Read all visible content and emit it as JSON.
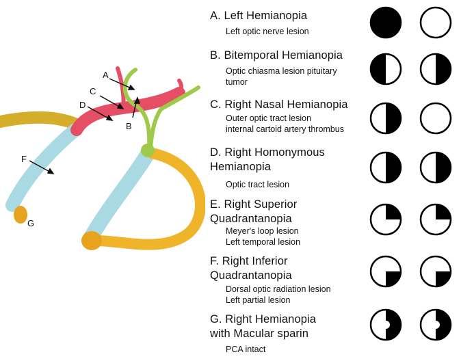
{
  "diagram": {
    "marker_labels": [
      "A",
      "B",
      "C",
      "D",
      "F",
      "G"
    ]
  },
  "conditions": [
    {
      "title": "A. Left Hemianopia",
      "desc": "Left optic nerve lesion",
      "left_field": "full",
      "right_field": "none"
    },
    {
      "title": "B. Bitemporal Hemianopia",
      "desc": "Optic chiasma lesion pituitary\ntumor",
      "left_field": "left-half",
      "right_field": "right-half"
    },
    {
      "title": "C. Right Nasal Hemianopia",
      "desc": "Outer optic tract lesion\ninternal cartoid artery thrombus",
      "left_field": "right-half",
      "right_field": "none"
    },
    {
      "title": "D. Right Homonymous\n    Hemianopia",
      "desc": "Optic tract lesion",
      "left_field": "right-half",
      "right_field": "right-half"
    },
    {
      "title": "E. Right Superior\n    Quadrantanopia",
      "desc": "Meyer's loop lesion\nLeft temporal lesion",
      "left_field": "upper-right-quadrant",
      "right_field": "upper-right-quadrant"
    },
    {
      "title": "F. Right Inferior\n    Quadrantanopia",
      "desc": "Dorsal optic radiation lesion\nLeft partial lesion",
      "left_field": "lower-right-quadrant",
      "right_field": "lower-right-quadrant"
    },
    {
      "title": "G. Right Hemianopia\n    with Macular sparin",
      "desc": "PCA intact",
      "left_field": "right-half-macular-sparing",
      "right_field": "right-half-macular-sparing"
    }
  ]
}
